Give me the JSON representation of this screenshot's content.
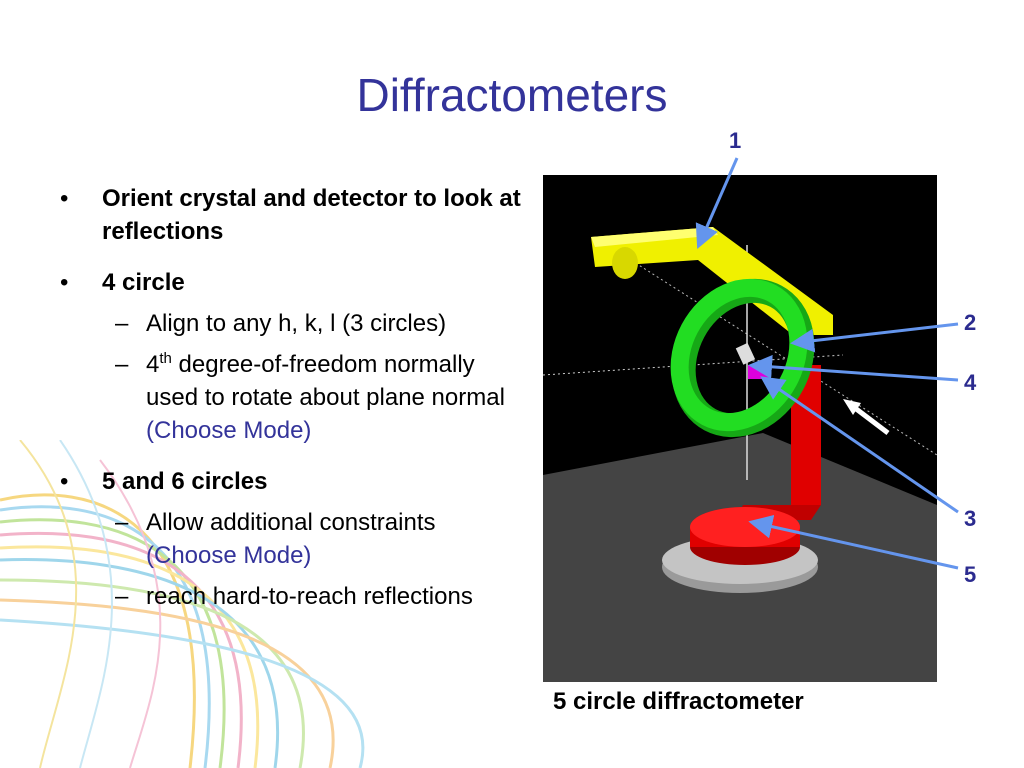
{
  "slide": {
    "title": "Diffractometers",
    "bullets": [
      {
        "text": "Orient crystal and detector to look at reflections"
      },
      {
        "text": "4 circle",
        "sub": [
          {
            "text": "Align to any h, k, l (3 circles)"
          },
          {
            "prefix": "4",
            "superscript": "th",
            "text": " degree-of-freedom normally used to rotate about plane normal ",
            "mode_link": "(Choose Mode)"
          }
        ]
      },
      {
        "text": "5 and 6 circles",
        "sub": [
          {
            "text": "Allow additional constraints ",
            "mode_link": "(Choose Mode)"
          },
          {
            "text": "reach hard-to-reach reflections"
          }
        ]
      }
    ],
    "figure_caption": "5 circle diffractometer",
    "callout_labels": [
      "1",
      "2",
      "4",
      "3",
      "5"
    ],
    "colors": {
      "title": "#33339a",
      "mode_link": "#33339a",
      "callout_arrow": "#6495ed",
      "callout_number": "#2b2b8f",
      "arm_yellow": "#f0f000",
      "ring_green": "#22dd22",
      "base_red": "#e00000",
      "sample_magenta": "#dd00dd"
    }
  }
}
